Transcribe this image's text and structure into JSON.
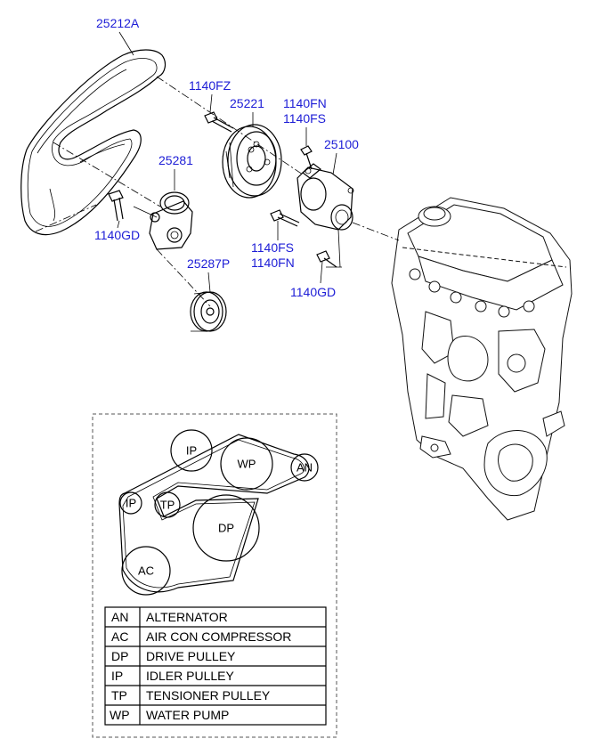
{
  "part_numbers": {
    "belt": "25212A",
    "bolt_top": "1140FZ",
    "water_pump_pulley": "25221",
    "bolt_fn_top": "1140FN",
    "bolt_fs_top": "1140FS",
    "water_pump": "25100",
    "tensioner": "25281",
    "bolt_gd_left": "1140GD",
    "bolt_fs_bottom": "1140FS",
    "bolt_fn_bottom": "1140FN",
    "idler_pulley": "25287P",
    "bolt_gd_right": "1140GD"
  },
  "belt_routing": {
    "pulleys": {
      "ip_top": "IP",
      "wp": "WP",
      "an": "AN",
      "ip_left": "IP",
      "tp": "TP",
      "dp": "DP",
      "ac": "AC"
    }
  },
  "legend": [
    {
      "code": "AN",
      "name": "ALTERNATOR"
    },
    {
      "code": "AC",
      "name": "AIR CON COMPRESSOR"
    },
    {
      "code": "DP",
      "name": "DRIVE PULLEY"
    },
    {
      "code": "IP",
      "name": "IDLER PULLEY"
    },
    {
      "code": "TP",
      "name": "TENSIONER PULLEY"
    },
    {
      "code": "WP",
      "name": "WATER PUMP"
    }
  ],
  "colors": {
    "label_blue": "#1d1dd6",
    "line": "#000000",
    "background": "#ffffff"
  }
}
